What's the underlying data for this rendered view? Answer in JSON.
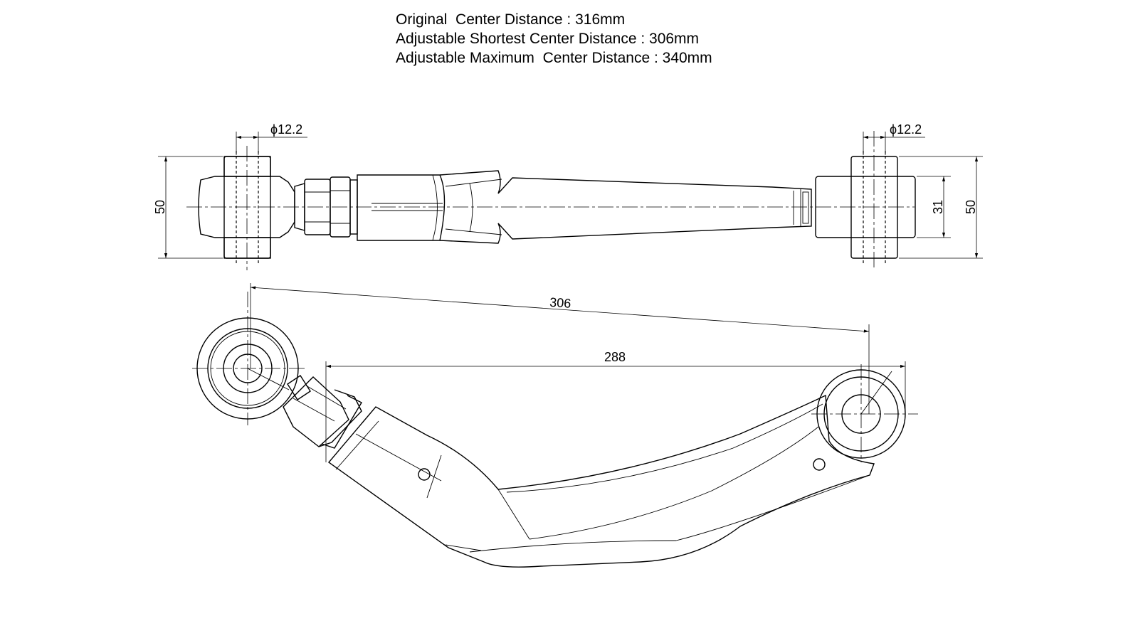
{
  "specs": {
    "original": "Original  Center Distance : 316mm",
    "shortest": "Adjustable Shortest Center Distance : 306mm",
    "maximum": "Adjustable Maximum  Center Distance : 340mm"
  },
  "top_view": {
    "bore_left": "ϕ12.2",
    "bore_right": "ϕ12.2",
    "width_left": "50",
    "width_right": "50",
    "bushing_right": "31"
  },
  "side_view": {
    "center_distance": "306",
    "horizontal_span": "288"
  }
}
